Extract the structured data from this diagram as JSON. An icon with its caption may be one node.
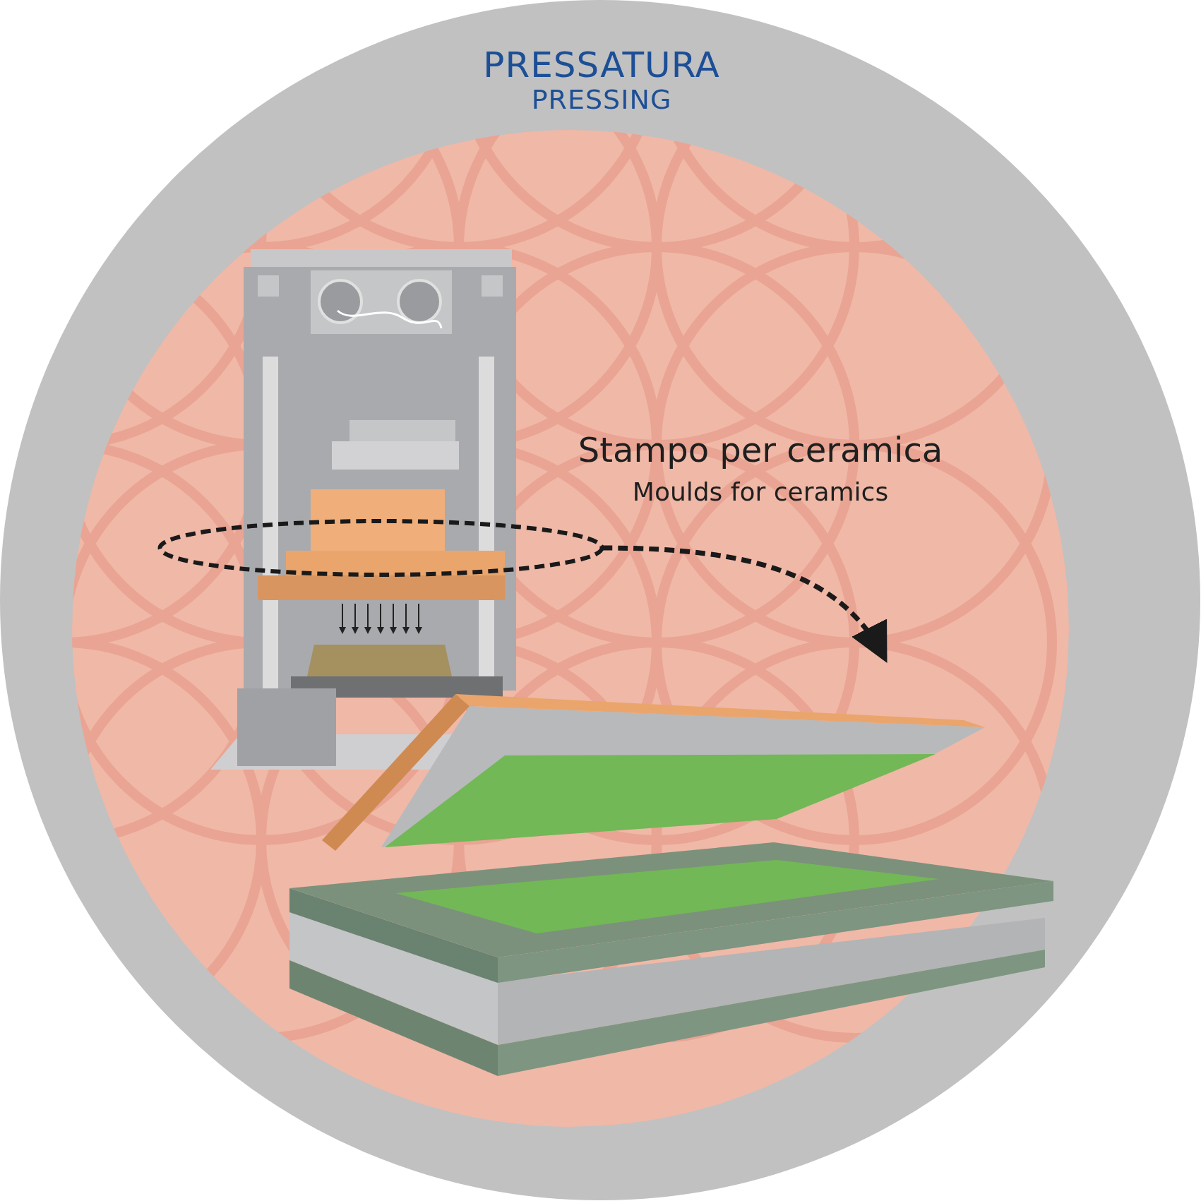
{
  "diagram": {
    "title": "PRESSATURA",
    "nodes": [
      {
        "text": [],
        "shape": "ellipse"
      },
      {
        "text": [],
        "shape": "picture"
      }
    ],
    "edges": [
      {
        "from": 0,
        "to": 1,
        "arrow": "to",
        "style": "dashed"
      }
    ],
    "labels": [
      "PRESSING",
      "Stampo per ceramica",
      "Moulds for ceramics"
    ]
  }
}
